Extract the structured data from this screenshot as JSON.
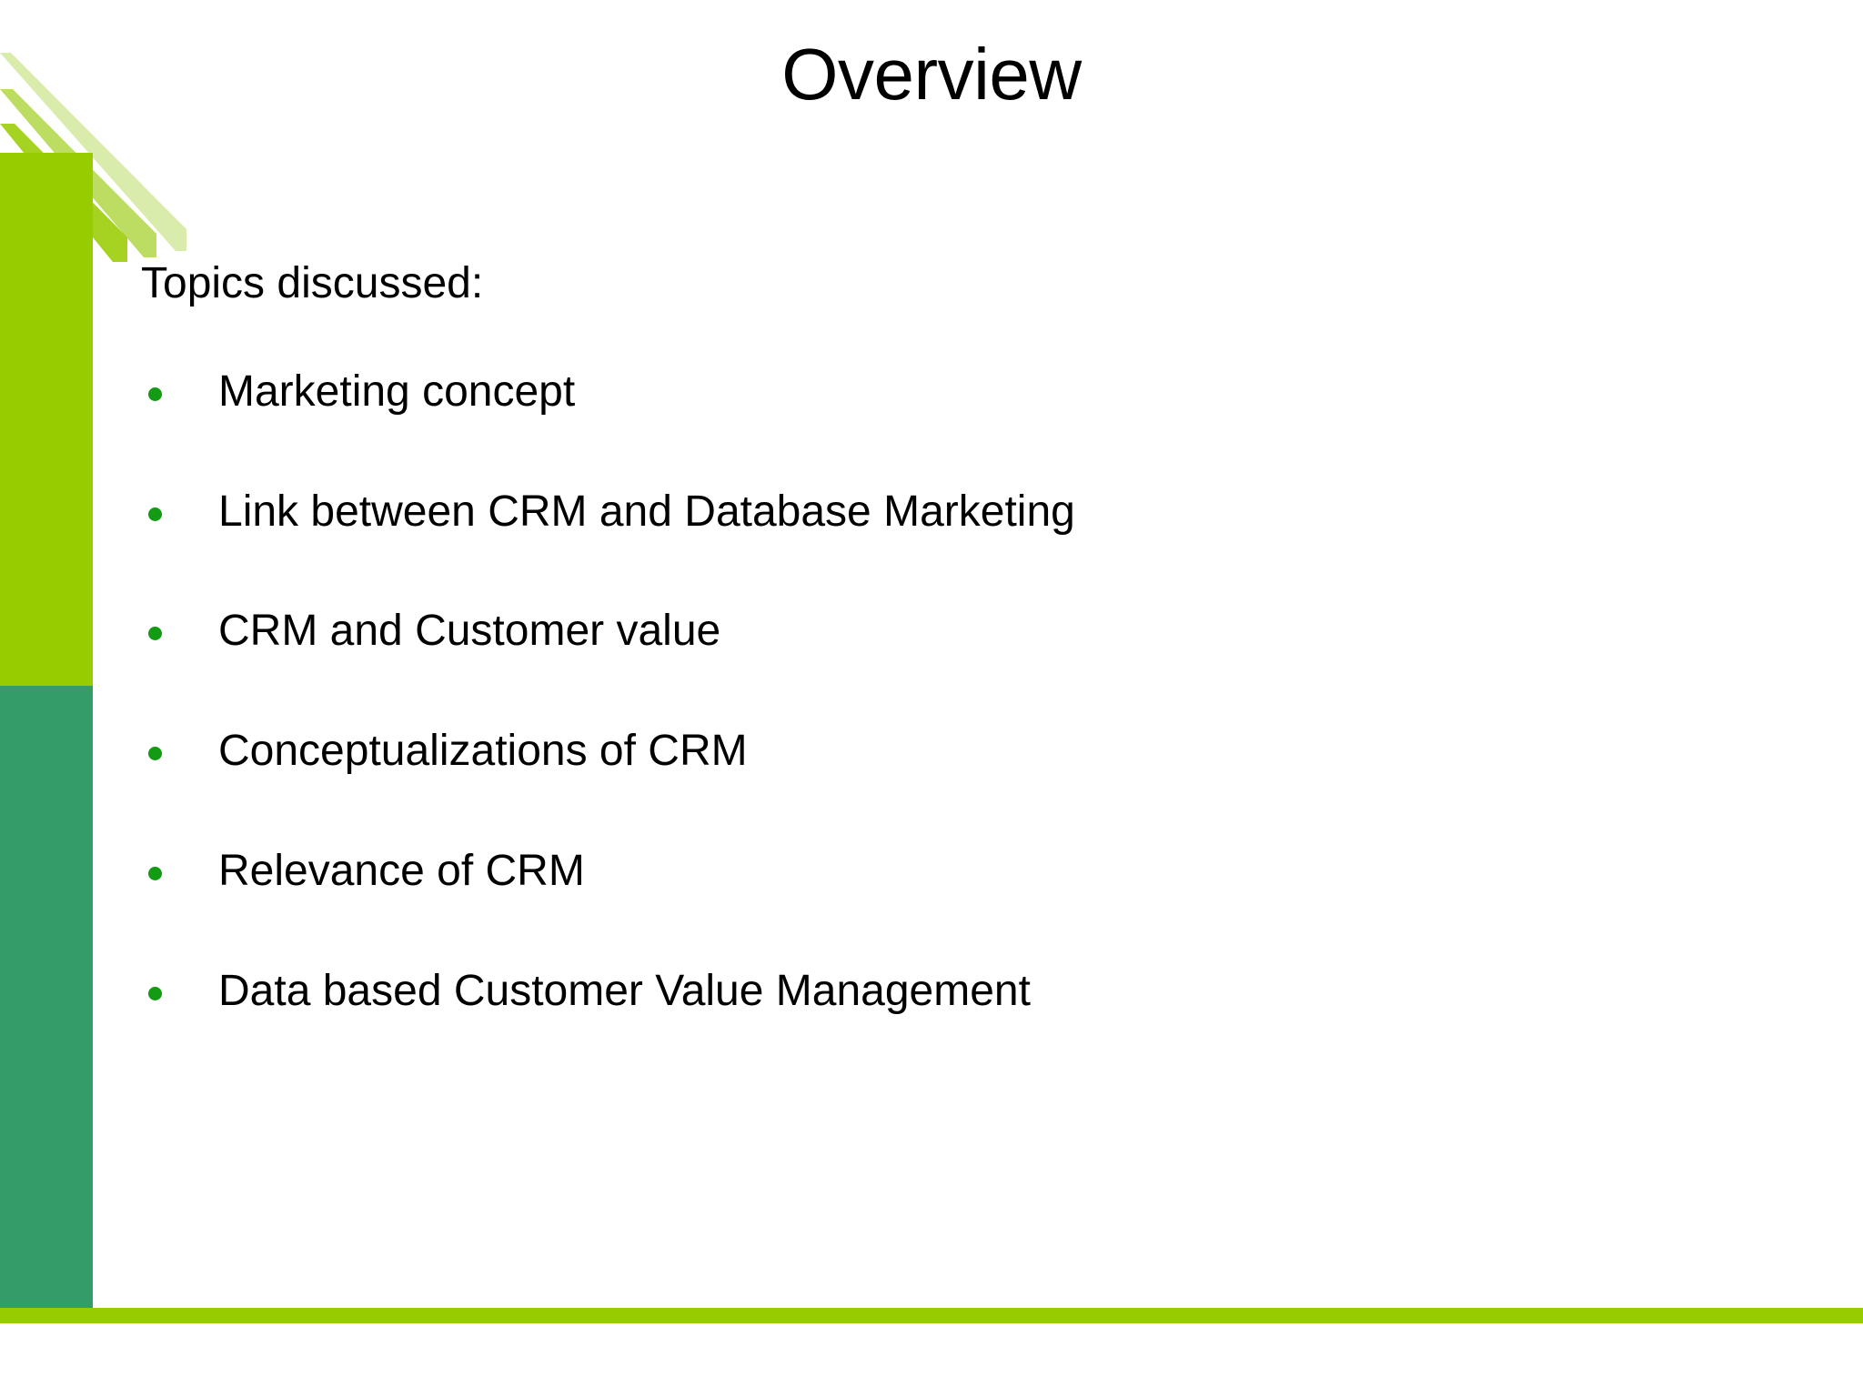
{
  "slide": {
    "title": "Overview",
    "intro": "Topics discussed:",
    "bullets": [
      "Marketing concept",
      "Link between CRM and Database Marketing",
      "CRM and Customer value",
      "Conceptualizations of CRM",
      "Relevance of CRM",
      "Data based Customer Value Management"
    ]
  },
  "theme": {
    "accent_green": "#96cc00",
    "accent_teal": "#349c68",
    "bullet_green": "#139b13",
    "text_color": "#000000",
    "background": "#ffffff"
  },
  "decor": {
    "stripe_light": "#d4e89a",
    "stripe_mid": "#b9dc5c",
    "stripe_dark": "#96cc00",
    "corner_shape": "diagonal-green-wedge"
  }
}
